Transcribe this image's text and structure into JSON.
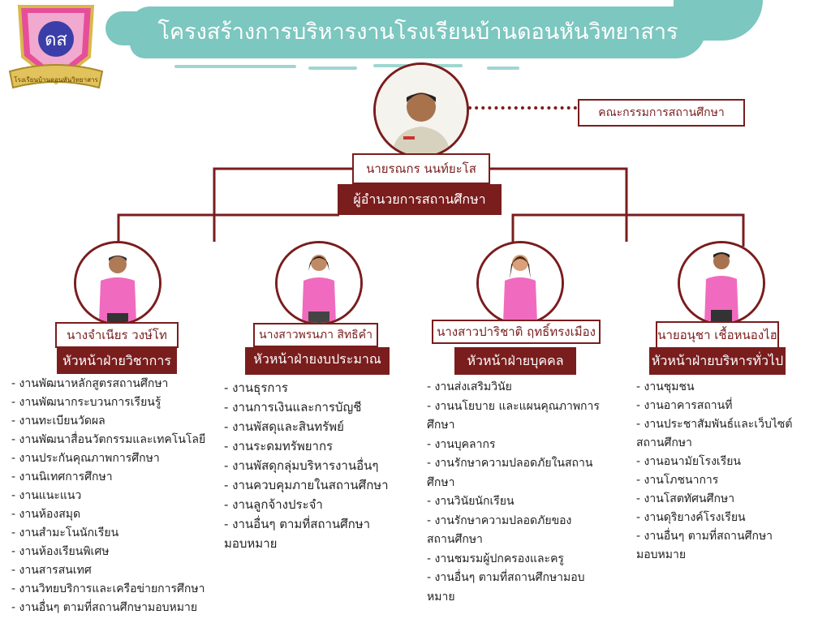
{
  "title": "โครงสร้างการบริหารงานโรงเรียนบ้านดอนหันวิทยาสาร",
  "logo": {
    "letters": "ดส",
    "banner_text": "โรงเรียนบ้านดอนหันวิทยาสาร"
  },
  "director": {
    "name": "นายรณกร นนท์ยะโส",
    "role": "ผู้อำนวยการสถานศึกษา"
  },
  "board": "คณะกรรมการสถานศึกษา",
  "departments": [
    {
      "name": "นางจำเนียร วงษ์โท",
      "role": "หัวหน้าฝ่ายวิชาการ",
      "duties": [
        "- งานพัฒนาหลักสูตรสถานศึกษา",
        "- งานพัฒนากระบวนการเรียนรู้",
        "- งานทะเบียนวัดผล",
        "- งานพัฒนาสื่อนวัตกรรมและเทคโนโลยี",
        "- งานประกันคุณภาพการศึกษา",
        "-  งานนิเทศการศึกษา",
        "- งานแนะแนว",
        "- งานห้องสมุด",
        "- งานสำมะโนนักเรียน",
        "-  งานห้องเรียนพิเศษ",
        "- งานสารสนเทศ",
        "-  งานวิทยบริการและเครือข่ายการศึกษา",
        "- งานอื่นๆ ตามที่สถานศึกษามอบหมาย"
      ]
    },
    {
      "name": "นางสาวพรนภา สิทธิคำ",
      "role": "หัวหน้าฝ่ายงบประมาณ",
      "duties": [
        "- งานธุรการ",
        "- งานการเงินและการบัญชี",
        "- งานพัสดุและสินทรัพย์",
        "- งานระดมทรัพยากร",
        "- งานพัสดุกลุ่มบริหารงานอื่นๆ",
        "- งานควบคุมภายในสถานศึกษา",
        "-  งานลูกจ้างประจำ",
        "- งานอื่นๆ ตามที่สถานศึกษา",
        "มอบหมาย"
      ]
    },
    {
      "name": "นางสาวปาริชาติ ฤทธิ์ทรงเมือง",
      "role": "หัวหน้าฝ่ายบุคคล",
      "duties": [
        "- งานส่งเสริมวินัย",
        "- งานนโยบาย และแผนคุณภาพการ",
        "ศึกษา",
        "- งานบุคลากร",
        "- งานรักษาความปลอดภัยในสถาน",
        "ศึกษา",
        "-   งานวินัยนักเรียน",
        " - งานรักษาความปลอดภัยของ",
        "สถานศึกษา",
        " - งานชมรมผู้ปกครองและครู",
        "-  งานอื่นๆ ตามที่สถานศึกษามอบ",
        "หมาย"
      ]
    },
    {
      "name": "นายอนุชา เชื้อหนองไฮ",
      "role": "หัวหน้าฝ่ายบริหารทั่วไป",
      "duties": [
        "- งานชุมชน",
        "- งานอาคารสถานที่",
        "- งานประชาสัมพันธ์และเว็บไซต์",
        "สถานศึกษา",
        "- งานอนามัยโรงเรียน",
        " - งานโภชนาการ",
        " - งานโสตทัศนศึกษา",
        "- งานดุริยางค์โรงเรียน",
        "-  งานอื่นๆ ตามที่สถานศึกษา",
        "มอบหมาย"
      ]
    }
  ],
  "colors": {
    "accent": "#7a1d1d",
    "banner": "#7cc7c0",
    "shirt_pink": "#f06bbf"
  }
}
